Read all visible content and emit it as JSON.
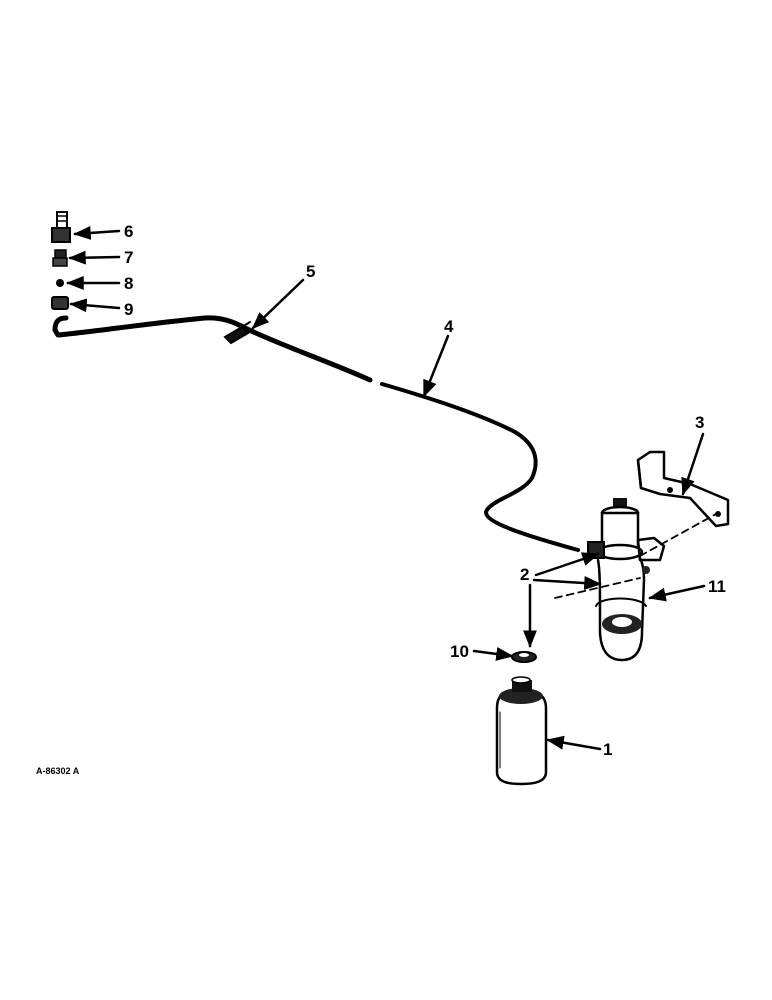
{
  "callouts": {
    "c1": "1",
    "c2": "2",
    "c3": "3",
    "c4": "4",
    "c5": "5",
    "c6": "6",
    "c7": "7",
    "c8": "8",
    "c9": "9",
    "c10": "10",
    "c11": "11"
  },
  "figure_ref": "A-86302 A"
}
